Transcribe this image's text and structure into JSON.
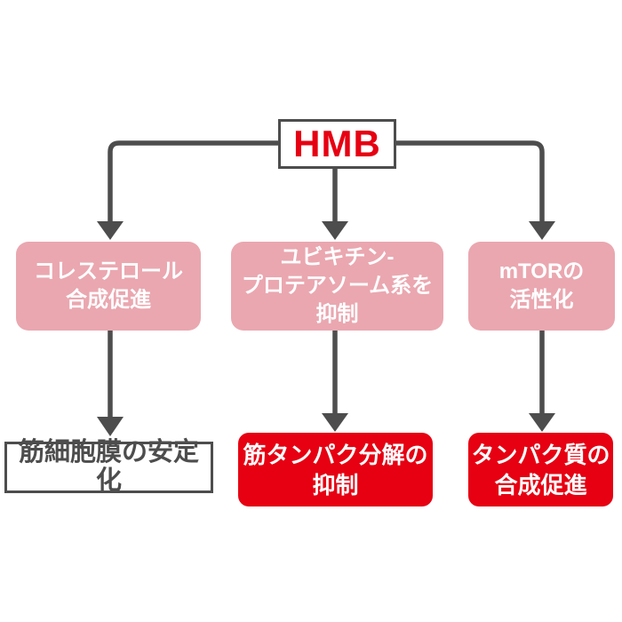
{
  "diagram": {
    "root": {
      "label": "HMB"
    },
    "mechanisms": [
      {
        "id": "cholesterol-synthesis",
        "lines": [
          "コレステロール",
          "合成促進"
        ]
      },
      {
        "id": "ubiquitin-proteasome",
        "lines": [
          "ユビキチン-",
          "プロテアソーム系を",
          "抑制"
        ]
      },
      {
        "id": "mtor-activation",
        "lines": [
          "mTORの",
          "活性化"
        ]
      }
    ],
    "outcomes": [
      {
        "id": "membrane-stabilization",
        "style": "outline",
        "lines": [
          "筋細胞膜の安定化"
        ]
      },
      {
        "id": "protein-breakdown-inhibition",
        "style": "solid",
        "lines": [
          "筋タンパク分解の",
          "抑制"
        ]
      },
      {
        "id": "protein-synthesis-promotion",
        "style": "solid",
        "lines": [
          "タンパク質の",
          "合成促進"
        ]
      }
    ],
    "colors": {
      "accent_red": "#e60012",
      "pink": "#eaa7b0",
      "connector_gray": "#4d4d4d",
      "background": "#ffffff"
    }
  }
}
